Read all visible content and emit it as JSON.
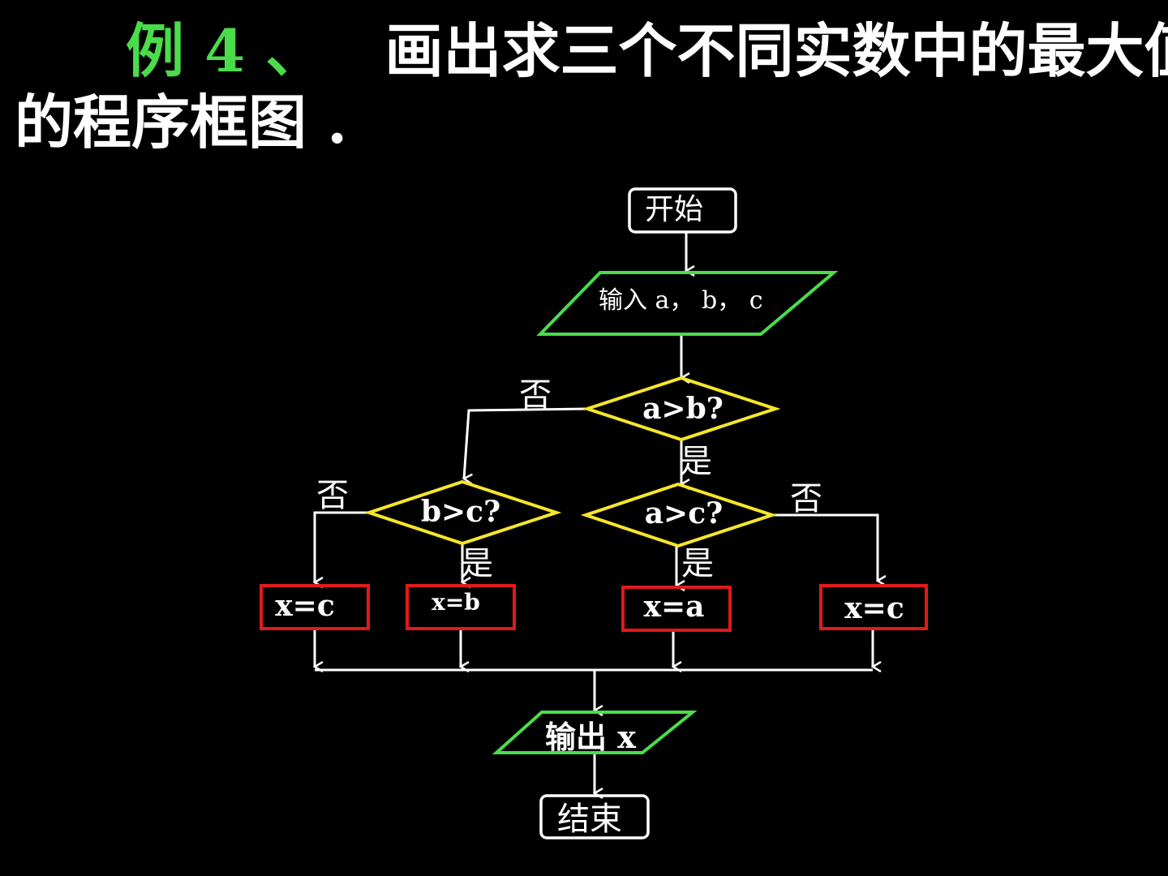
{
  "title": {
    "prefix": "例 4 、",
    "line1": "画出求三个不同实数中的最大值",
    "line2": "的程序框图 ."
  },
  "flowchart": {
    "start": "开始",
    "input": "输入 a， b， c",
    "cond_ab": "a>b?",
    "cond_bc": "b>c?",
    "cond_ac": "a>c?",
    "yes": "是",
    "no": "否",
    "assign_c_left": "x=c",
    "assign_b": "x=b",
    "assign_a": "x=a",
    "assign_c_right": "x=c",
    "output": "输出 x",
    "end": "结束"
  },
  "colors": {
    "title_highlight": "#4bdc4b",
    "io_stroke": "#4bdc4b",
    "decision_stroke": "#f5e62a",
    "process_stroke": "#e01a1a",
    "terminal_stroke": "#ffffff",
    "line": "#ffffff"
  }
}
